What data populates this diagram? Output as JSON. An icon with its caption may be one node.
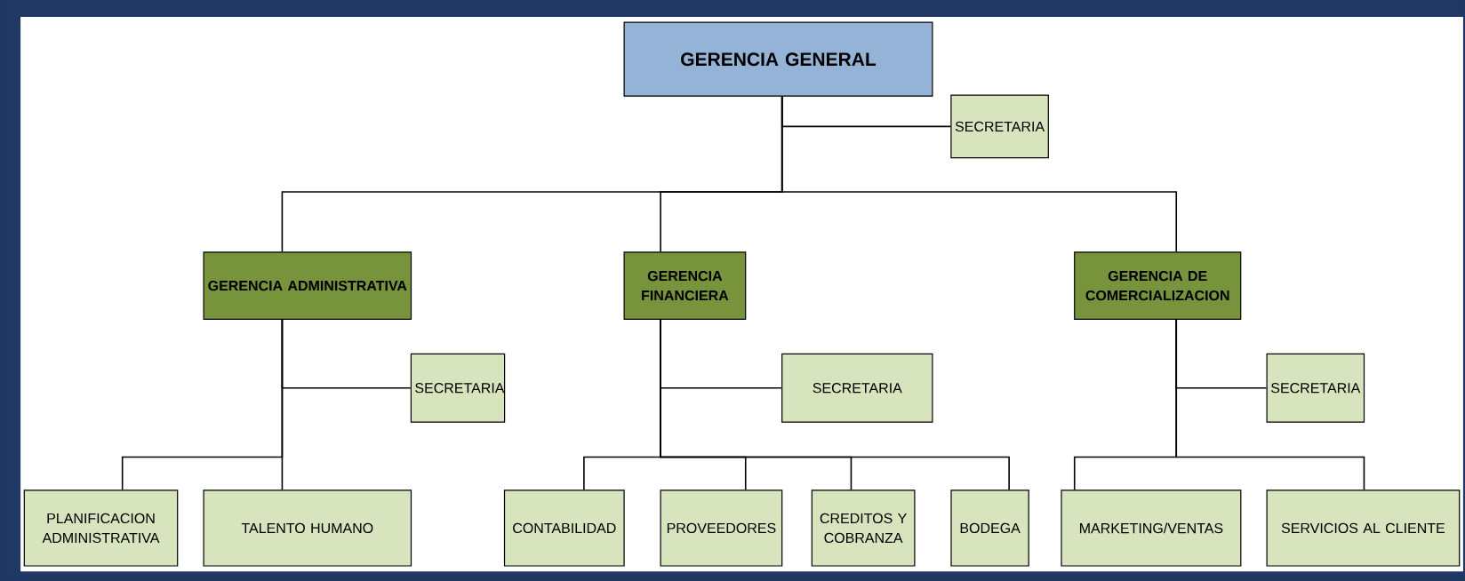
{
  "diagram": {
    "nodes": [
      {
        "text": [
          "GERENCIA GENERAL"
        ]
      },
      {
        "text": [
          "SECRETARIA"
        ]
      },
      {
        "text": [
          "GERENCIA ADMINISTRATIVA"
        ]
      },
      {
        "text": [
          "GERENCIA FINANCIERA"
        ]
      },
      {
        "text": [
          "GERENCIA DE COMERCIALIZACION"
        ]
      },
      {
        "text": [
          "SECRETARIA"
        ]
      },
      {
        "text": [
          "PLANIFICACION ADMINISTRATIVA"
        ]
      },
      {
        "text": [
          "TALENTO HUMANO"
        ]
      },
      {
        "text": [
          "SECRETARIA"
        ]
      },
      {
        "text": [
          "CONTABILIDAD"
        ]
      },
      {
        "text": [
          "PROVEEDORES"
        ]
      },
      {
        "text": [
          "CREDITOS Y COBRANZA"
        ]
      },
      {
        "text": [
          "BODEGA"
        ]
      },
      {
        "text": [
          "SECRETARIA"
        ]
      },
      {
        "text": [
          "MARKETING/VENTAS"
        ]
      },
      {
        "text": [
          "SERVICIOS AL CLIENTE"
        ]
      }
    ],
    "edges": [
      {
        "from": 0,
        "to": 1,
        "arrow": "none"
      },
      {
        "from": 0,
        "to": 2,
        "arrow": "none"
      },
      {
        "from": 0,
        "to": 3,
        "arrow": "none"
      },
      {
        "from": 0,
        "to": 4,
        "arrow": "none"
      },
      {
        "from": 2,
        "to": 5,
        "arrow": "none"
      },
      {
        "from": 2,
        "to": 6,
        "arrow": "none"
      },
      {
        "from": 2,
        "to": 7,
        "arrow": "none"
      },
      {
        "from": 3,
        "to": 8,
        "arrow": "none"
      },
      {
        "from": 3,
        "to": 9,
        "arrow": "none"
      },
      {
        "from": 3,
        "to": 10,
        "arrow": "none"
      },
      {
        "from": 3,
        "to": 11,
        "arrow": "none"
      },
      {
        "from": 3,
        "to": 12,
        "arrow": "none"
      },
      {
        "from": 4,
        "to": 13,
        "arrow": "none"
      },
      {
        "from": 4,
        "to": 14,
        "arrow": "none"
      },
      {
        "from": 4,
        "to": 15,
        "arrow": "none"
      }
    ]
  }
}
